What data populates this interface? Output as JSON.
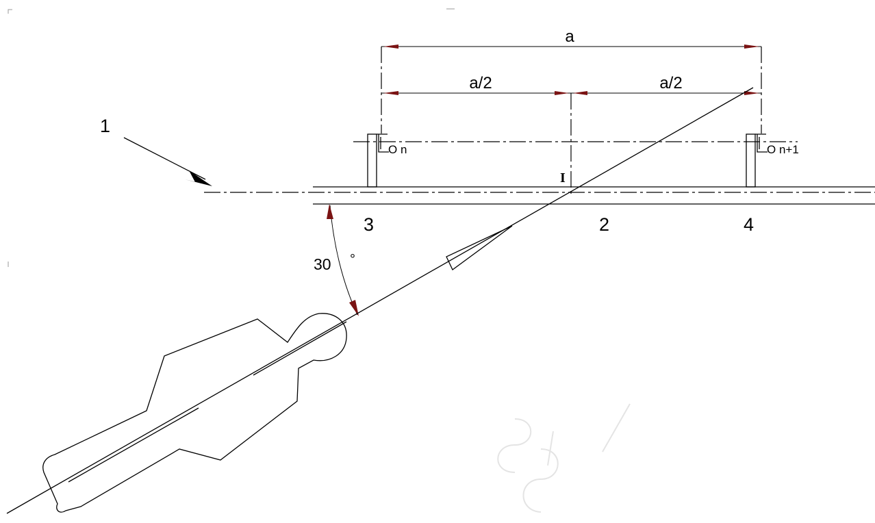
{
  "dimensions": {
    "overall": "a",
    "half_left": "a/2",
    "half_right": "a/2"
  },
  "angle": {
    "value": "30",
    "unit": "°"
  },
  "callouts": {
    "arrow_label": "1",
    "centre_marker": "I",
    "point_center": "2",
    "point_left": "3",
    "point_right": "4"
  },
  "posts": {
    "left_label": "O n",
    "right_label": "O n+1"
  },
  "colors": {
    "line": "#000000",
    "dimension_arrow": "#7a1313",
    "background": "#ffffff"
  }
}
